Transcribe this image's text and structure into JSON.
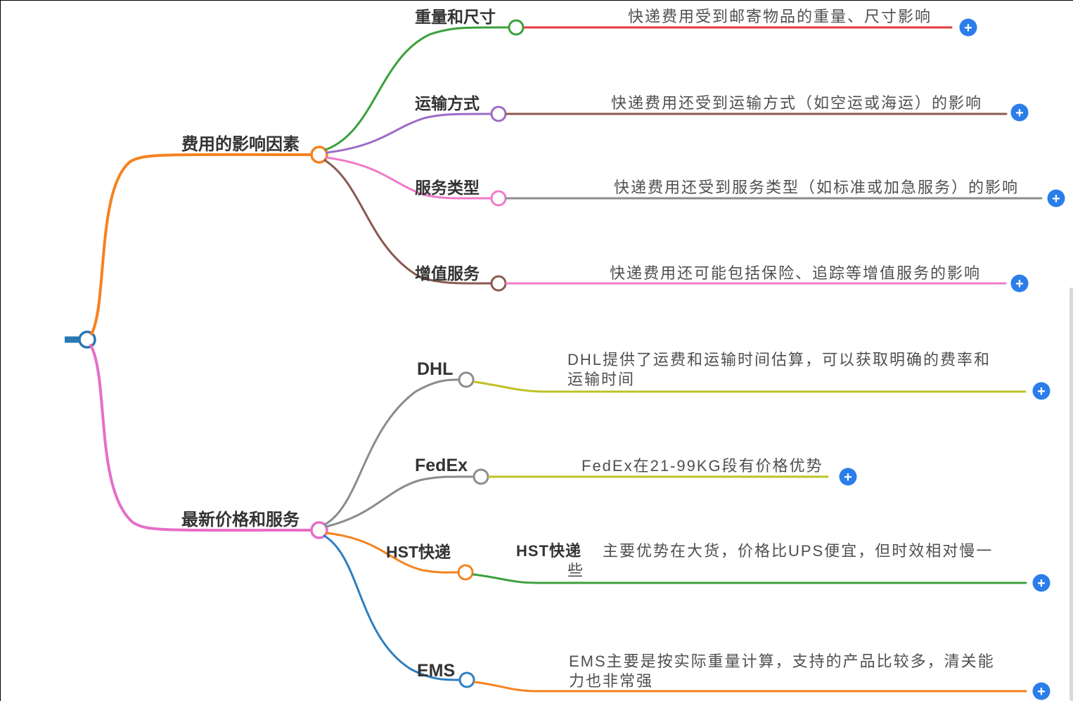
{
  "ui": {
    "plus_symbol": "+",
    "plus_color": "#2B7DE9",
    "background": "#ffffff"
  },
  "root": {
    "color": "#2878B4"
  },
  "branches": [
    {
      "label": "费用的影响因素",
      "color": "#F5821E",
      "children": [
        {
          "label": "重量和尺寸",
          "branch_color": "#3BA03B",
          "line_color": "#E23B3B",
          "note_lines": [
            "快递费用受到邮寄物品的重量、尺寸影响"
          ]
        },
        {
          "label": "运输方式",
          "branch_color": "#9B6BC8",
          "line_color": "#8A5A50",
          "note_lines": [
            "快递费用还受到运输方式（如空运或海运）的影响"
          ]
        },
        {
          "label": "服务类型",
          "branch_color": "#F07AC8",
          "line_color": "#8C8C8C",
          "note_lines": [
            "快递费用还受到服务类型（如标准或加急服务）的影响"
          ]
        },
        {
          "label": "增值服务",
          "branch_color": "#8A5A50",
          "line_color": "#F07AC8",
          "note_lines": [
            "快递费用还可能包括保险、追踪等增值服务的影响"
          ]
        }
      ]
    },
    {
      "label": "最新价格和服务",
      "color": "#E66EC8",
      "children": [
        {
          "label": "DHL",
          "branch_color": "#8C8C8C",
          "line_color": "#BDC226",
          "note_lines": [
            "DHL提供了运费和运输时间估算，可以获取明确的费率和",
            "运输时间"
          ]
        },
        {
          "label": "FedEx",
          "branch_color": "#8C8C8C",
          "line_color": "#BDC226",
          "note_lines": [
            "FedEx在21-99KG段有价格优势"
          ]
        },
        {
          "label": "HST快递",
          "branch_color": "#F5821E",
          "line_color": "#3BA03B",
          "note_bold": "HST快递",
          "note_lines": [
            "主要优势在大货，价格比UPS便宜，但时效相对慢一",
            "些"
          ]
        },
        {
          "label": "EMS",
          "branch_color": "#2E7FC1",
          "line_color": "#F5821E",
          "note_lines": [
            "EMS主要是按实际重量计算，支持的产品比较多，清关能",
            "力也非常强"
          ]
        }
      ]
    }
  ]
}
